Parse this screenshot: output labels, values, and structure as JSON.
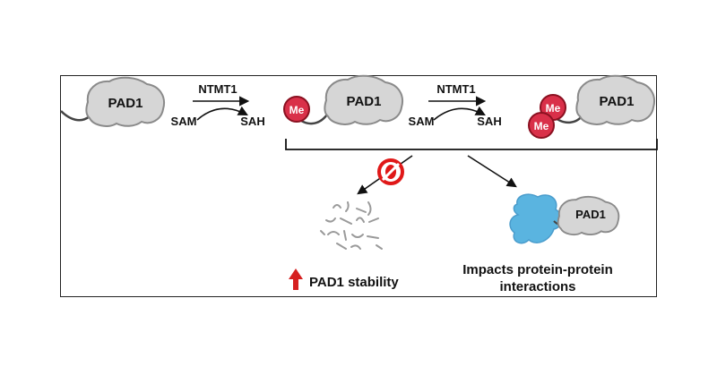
{
  "protein": "PAD1",
  "enzyme": "NTMT1",
  "cofactor_in": "SAM",
  "cofactor_out": "SAH",
  "methyl_mark": "Me",
  "outcome_left": "PAD1 stability",
  "outcome_right_line1": "Impacts protein-protein",
  "outcome_right_line2": "interactions",
  "colors": {
    "protein_fill": "#d6d6d6",
    "protein_stroke": "#8a8a8a",
    "methyl": "#d93049",
    "methyl_dark": "#8a1020",
    "partner": "#5ab4e0",
    "arrow_up": "#d62020",
    "block": "#e01818"
  },
  "icons": {
    "proteasome_block": "prohibited-proteasome-icon",
    "degraded": "degraded-fragments-icon",
    "partner": "binding-partner-icon"
  }
}
